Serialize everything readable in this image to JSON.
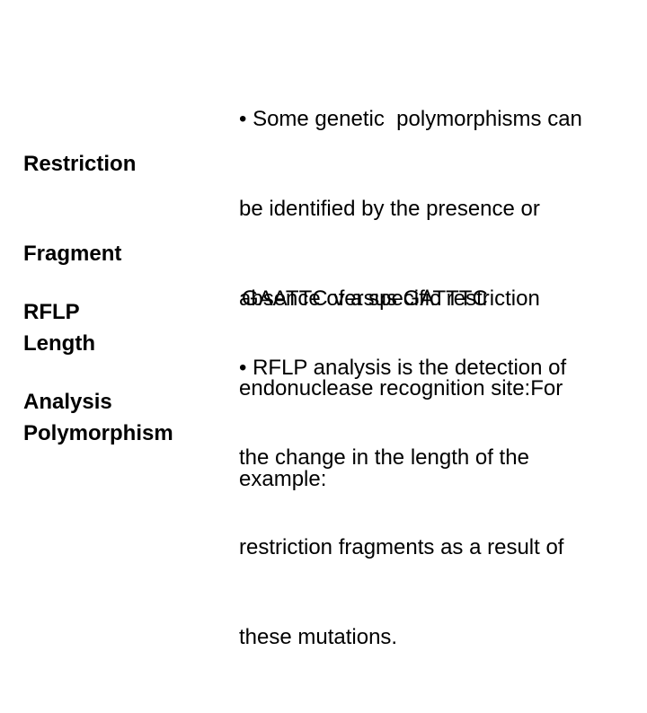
{
  "slide": {
    "colors": {
      "background": "#ffffff",
      "text": "#000000"
    },
    "title": {
      "lines": [
        "Restriction",
        "Fragment",
        "Length",
        "Polymorphism"
      ]
    },
    "subtitle": {
      "lines": [
        "RFLP",
        "Analysis"
      ]
    },
    "bullet_1": {
      "lines": [
        "• Some genetic  polymorphisms can",
        "be identified by the presence or",
        "absence of a specific restriction",
        "endonuclease recognition site:For",
        "example:"
      ]
    },
    "sequence_comparison": "GAATTC versus GATTTC",
    "bullet_2": {
      "lines": [
        "• RFLP analysis is the detection of",
        "the change in the length of the",
        "restriction fragments as a result of",
        "these mutations."
      ]
    }
  }
}
